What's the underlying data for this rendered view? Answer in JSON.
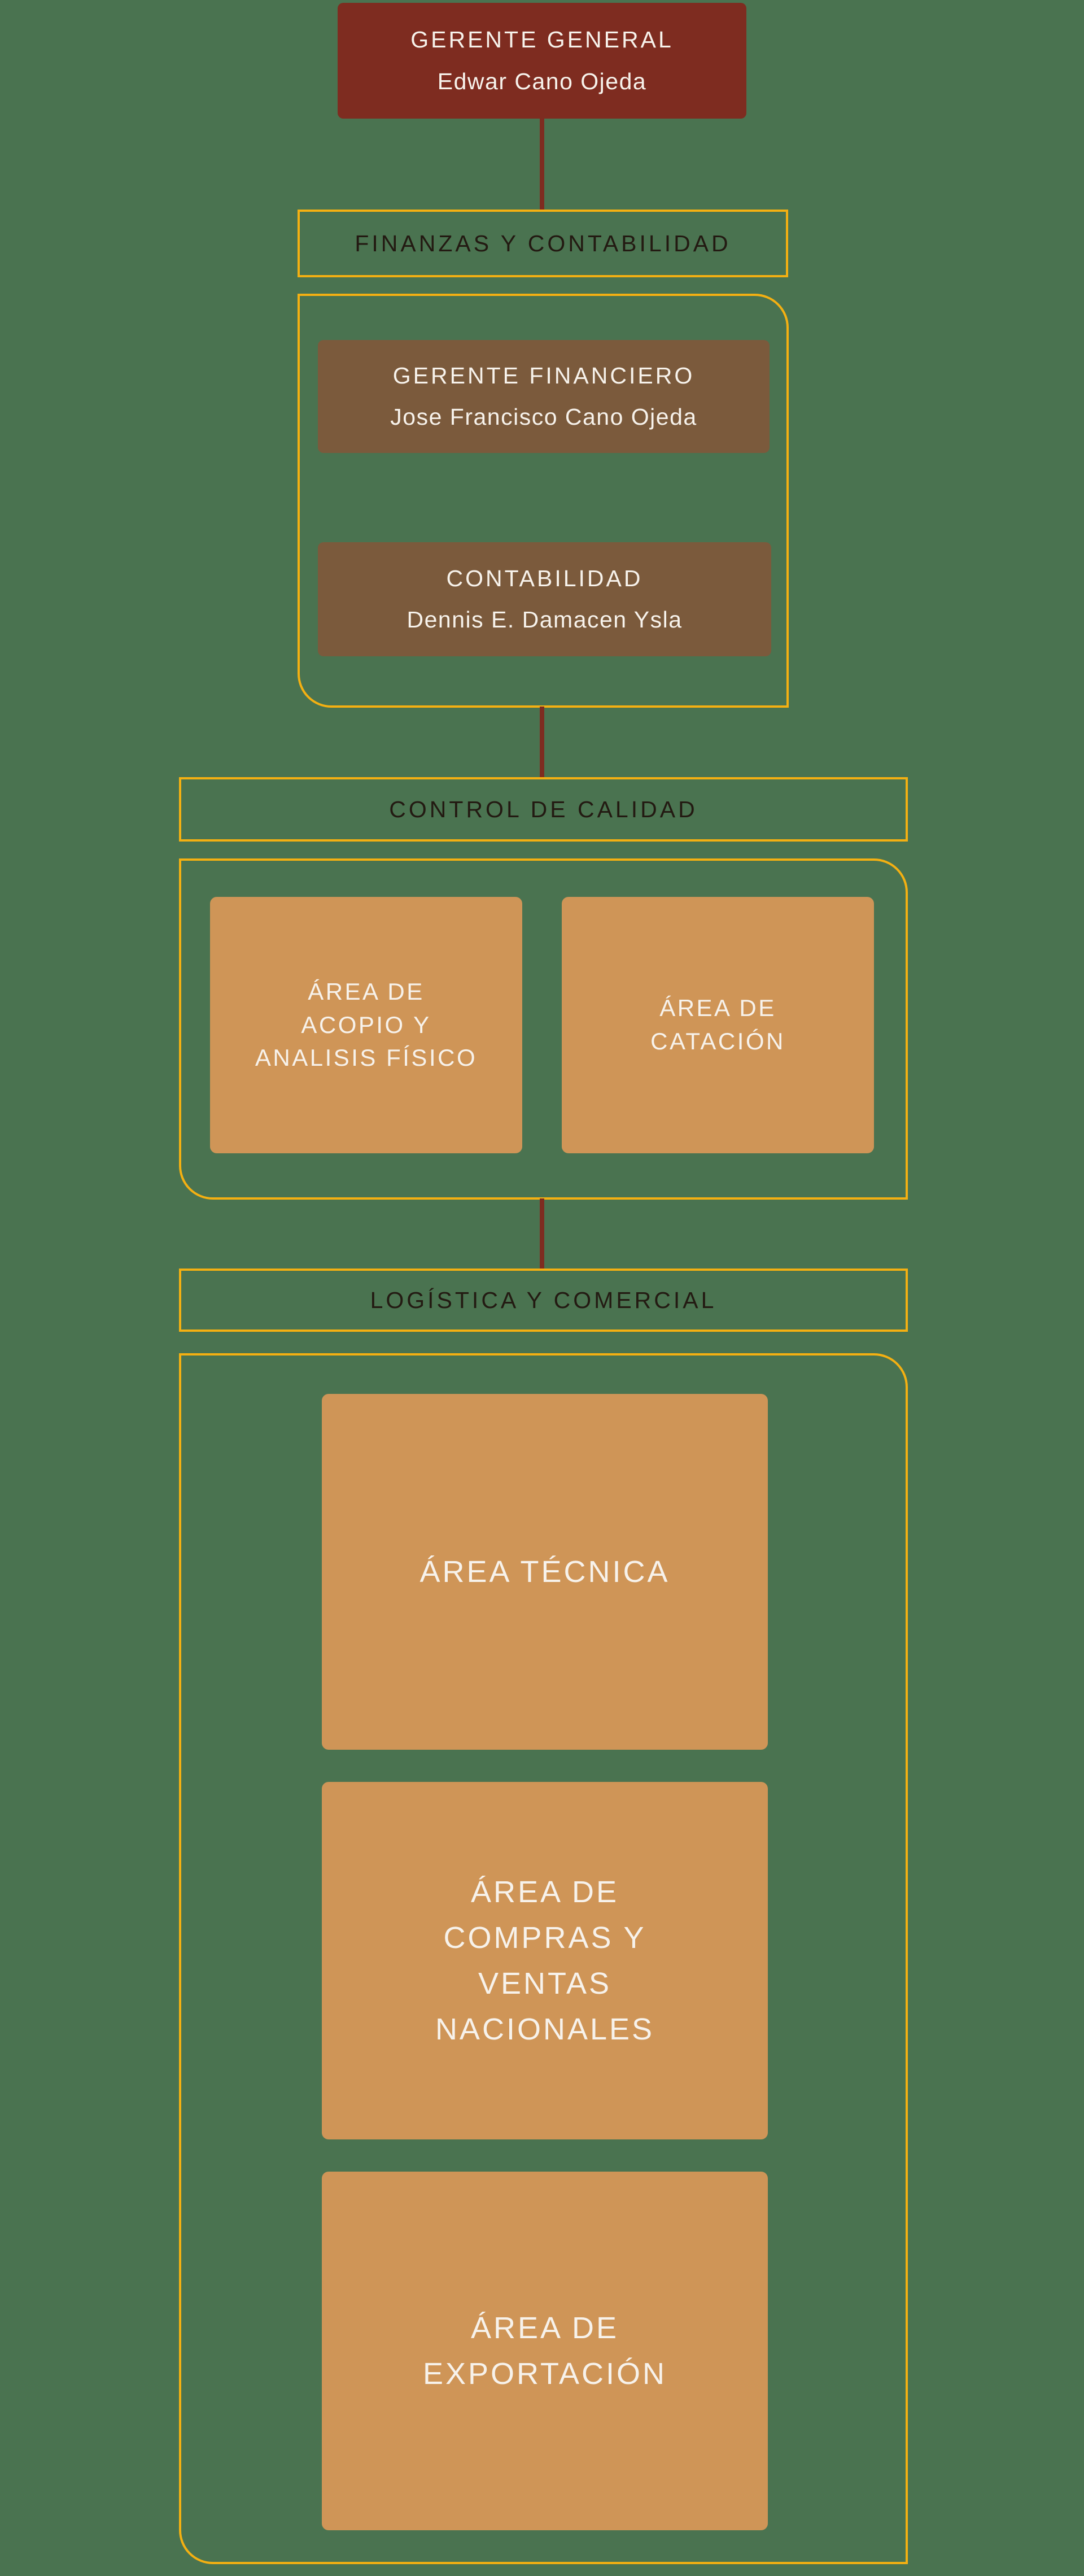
{
  "colors": {
    "background": "#4A7350",
    "primary_red": "#7E2C20",
    "brown": "#7B5A3C",
    "tan": "#CF9557",
    "gold_border": "#F4B012",
    "dark_text": "#231A12",
    "light_text": "#F7F2EB"
  },
  "root": {
    "title": "GERENTE GENERAL",
    "name": "Edwar Cano Ojeda"
  },
  "sections": [
    {
      "label": "FINANZAS Y CONTABILIDAD",
      "nodes": [
        {
          "title": "GERENTE FINANCIERO",
          "name": "Jose Francisco Cano Ojeda"
        },
        {
          "title": "CONTABILIDAD",
          "name": "Dennis E. Damacen Ysla"
        }
      ]
    },
    {
      "label": "CONTROL DE CALIDAD",
      "areas": [
        {
          "lines": [
            "ÁREA DE",
            "ACOPIO Y",
            "ANALISIS FÍSICO"
          ]
        },
        {
          "lines": [
            "ÁREA DE",
            "CATACIÓN"
          ]
        }
      ]
    },
    {
      "label": "LOGÍSTICA Y COMERCIAL",
      "areas": [
        {
          "lines": [
            "ÁREA TÉCNICA"
          ]
        },
        {
          "lines": [
            "ÁREA DE",
            "COMPRAS Y",
            "VENTAS",
            "NACIONALES"
          ]
        },
        {
          "lines": [
            "ÁREA DE",
            "EXPORTACIÓN"
          ]
        }
      ]
    }
  ]
}
